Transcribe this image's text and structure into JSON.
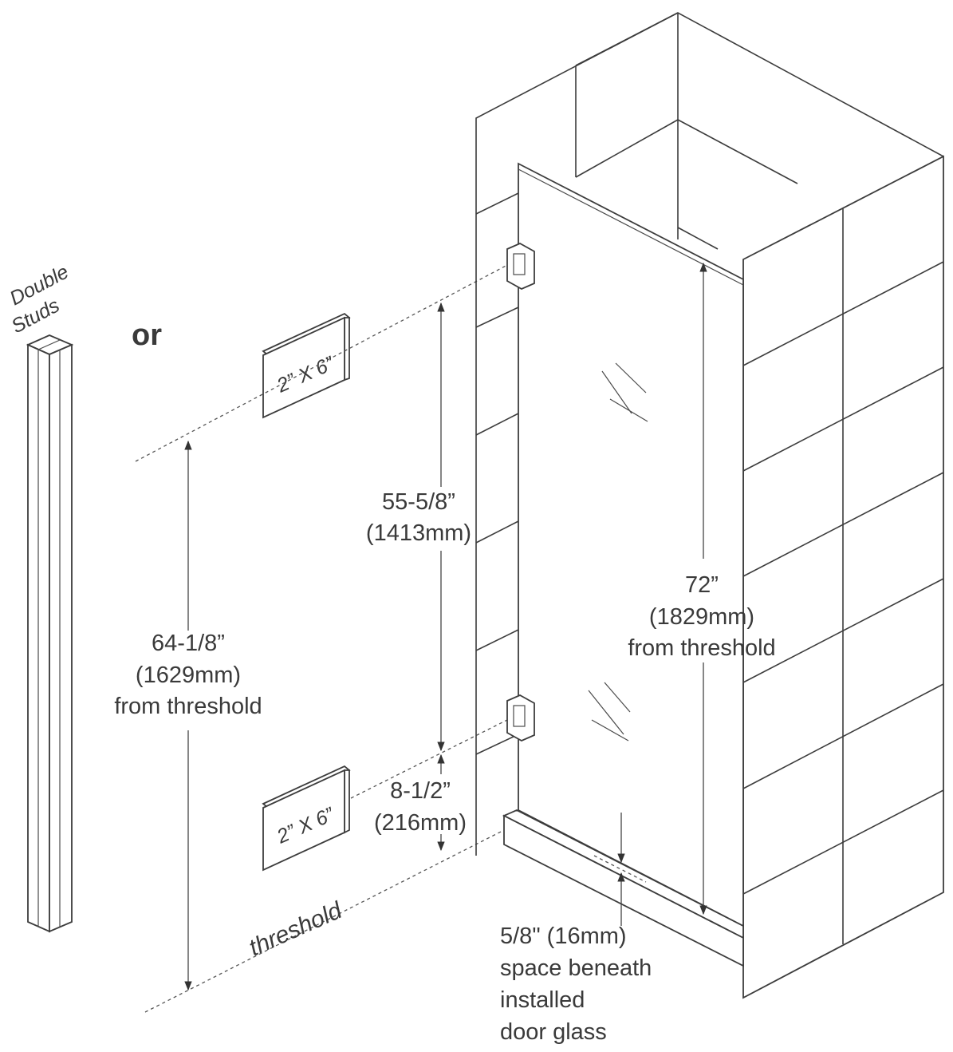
{
  "labels": {
    "double_studs_line1": "Double",
    "double_studs_line2": "Studs",
    "or": "or",
    "block_top": "2” X 6”",
    "block_bottom": "2” X 6”",
    "threshold": "threshold"
  },
  "dimensions": {
    "height_1629": {
      "line1": "64-1/8”",
      "line2": "(1629mm)",
      "line3": "from threshold"
    },
    "spacing_1413": {
      "line1": "55-5/8”",
      "line2": "(1413mm)"
    },
    "height_216": {
      "line1": "8-1/2”",
      "line2": "(216mm)"
    },
    "height_1829": {
      "line1": "72”",
      "line2": "(1829mm)",
      "line3": "from threshold"
    },
    "gap_16": {
      "line1": "5/8\" (16mm)",
      "line2": "space beneath",
      "line3": "installed",
      "line4": "door glass"
    }
  }
}
